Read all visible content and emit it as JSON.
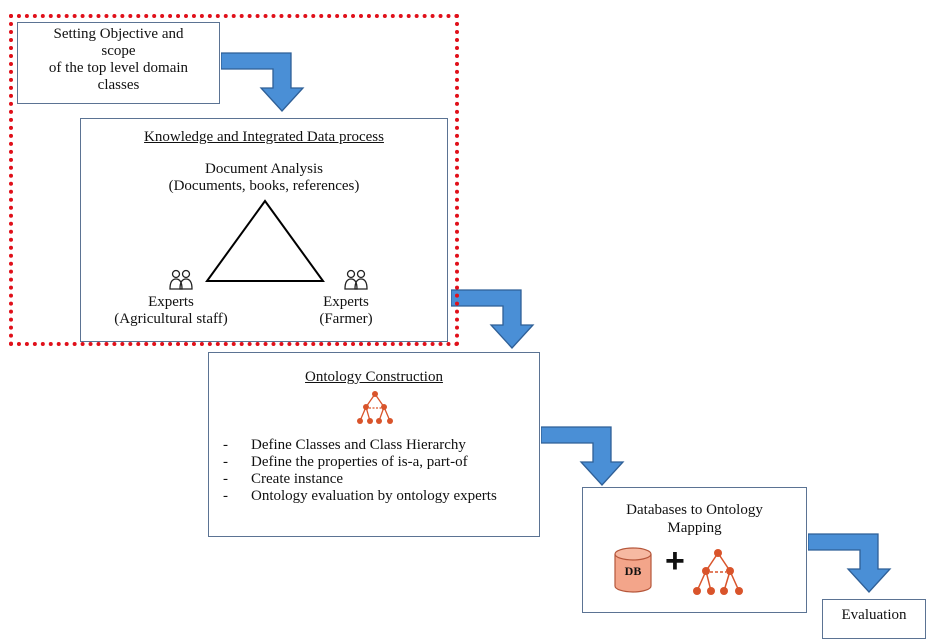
{
  "colors": {
    "arrow_fill": "#4a8fd6",
    "arrow_stroke": "#2f5f96",
    "box_border": "#5b7393",
    "dotted_outline": "#e0101a",
    "tree_icon": "#d9542b",
    "db_fill": "#f3a58a"
  },
  "icons": {
    "experts": "people-pair-icon",
    "ontology": "ontology-tree-icon",
    "database": "database-cylinder-icon"
  },
  "objective": {
    "line1": "Setting Objective and",
    "line2": "scope",
    "line3": "of the top level domain",
    "line4": "classes"
  },
  "knowledge": {
    "title": "Knowledge and Integrated Data process",
    "doc_title": "Document Analysis",
    "doc_sub": "(Documents, books, references)",
    "expert_left_title": "Experts",
    "expert_left_sub": "(Agricultural staff)",
    "expert_right_title": "Experts",
    "expert_right_sub": "(Farmer)"
  },
  "ontology": {
    "title": "Ontology Construction",
    "steps": [
      "Define Classes and Class Hierarchy",
      "Define the properties of is-a, part-of",
      "Create instance",
      "Ontology evaluation by ontology experts"
    ]
  },
  "mapping": {
    "line1": "Databases to Ontology",
    "line2": "Mapping",
    "db_label": "DB",
    "plus": "+"
  },
  "evaluation": {
    "title": "Evaluation"
  }
}
